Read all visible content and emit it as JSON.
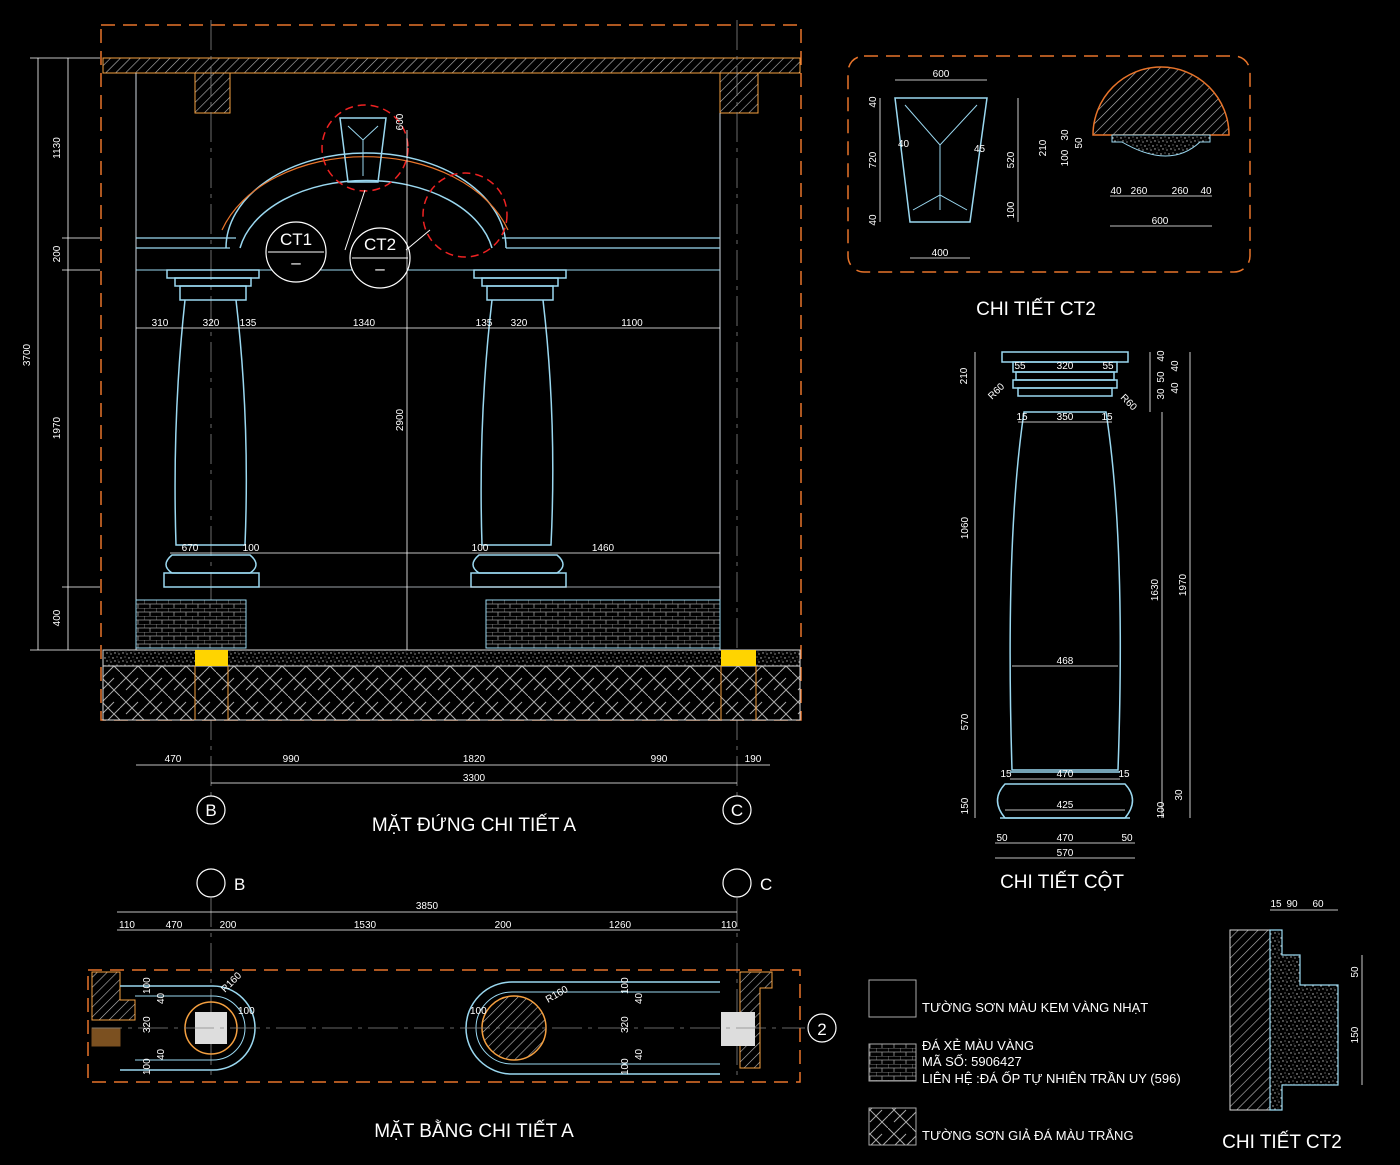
{
  "titles": {
    "elevation": "MẶT ĐỨNG CHI TIẾT A",
    "plan": "MẶT BẰNG CHI TIẾT A",
    "ct2_top": "CHI TIẾT CT2",
    "column": "CHI TIẾT CỘT",
    "ct2_bottom": "CHI TIẾT CT2"
  },
  "callouts": {
    "ct1": "CT1",
    "ct2": "CT2",
    "dash": "–"
  },
  "grid": {
    "b": "B",
    "c": "C",
    "two": "2"
  },
  "legend": {
    "wall": "TƯỜNG SƠN MÀU KEM VÀNG NHẠT",
    "stone_l1": "ĐÁ XẺ MÀU VÀNG",
    "stone_l2": "MÃ SỐ: 5906427",
    "stone_l3": "LIÊN HỆ :ĐÁ ỐP TỰ NHIÊN TRẦN UY (596)",
    "faux": "TƯỜNG SƠN GIẢ ĐÁ MÀU TRẮNG"
  },
  "elev_dims": {
    "left_v": [
      "1130",
      "200",
      "1970",
      "400"
    ],
    "total_v": "3700",
    "h2900": "2900",
    "d600": "600",
    "top_h": [
      "310",
      "320",
      "135",
      "1340",
      "135",
      "320",
      "1100"
    ],
    "base_h": [
      "670",
      "100",
      "100",
      "1460"
    ],
    "bottom_h": [
      "470",
      "990",
      "1820",
      "990",
      "190"
    ],
    "overall": "3300"
  },
  "ct2_dims": {
    "top": "600",
    "bottom": "400",
    "l720": "720",
    "l40a": "40",
    "l40b": "40",
    "in40": "40",
    "in45": "45",
    "r520": "520",
    "r100": "100",
    "s210": "210",
    "s30": "30",
    "s100": "100",
    "s50": "50",
    "b40a": "40",
    "b260a": "260",
    "b260b": "260",
    "b40b": "40",
    "b600": "600"
  },
  "col_dims": {
    "top320": "320",
    "t55a": "55",
    "t55b": "55",
    "r40a": "40",
    "r40b": "40",
    "r50": "50",
    "r30": "30",
    "r40c": "40",
    "v210": "210",
    "r60a": "R60",
    "r60b": "R60",
    "n15a": "15",
    "w350": "350",
    "n15b": "15",
    "v1060": "1060",
    "w468": "468",
    "v570": "570",
    "v1630": "1630",
    "v1970": "1970",
    "b15a": "15",
    "w470": "470",
    "b15b": "15",
    "v150": "150",
    "w425": "425",
    "v100": "100",
    "v30": "30",
    "f50a": "50",
    "f470": "470",
    "f50b": "50",
    "f570": "570"
  },
  "plan_dims": {
    "overall": "3850",
    "row": [
      "110",
      "470",
      "200",
      "1530",
      "200",
      "1260",
      "110"
    ],
    "r160": "R160",
    "r160b": "R160",
    "l100a": "100",
    "l40a": "40",
    "l320": "320",
    "l40b": "40",
    "l100b": "100",
    "c100": "100",
    "m100a": "100",
    "m40a": "40",
    "m320": "320",
    "m40b": "40",
    "m100b": "100",
    "m100c": "100"
  },
  "prof_dims": {
    "t15": "15",
    "t90": "90",
    "t60": "60",
    "v50": "50",
    "v150": "150"
  }
}
